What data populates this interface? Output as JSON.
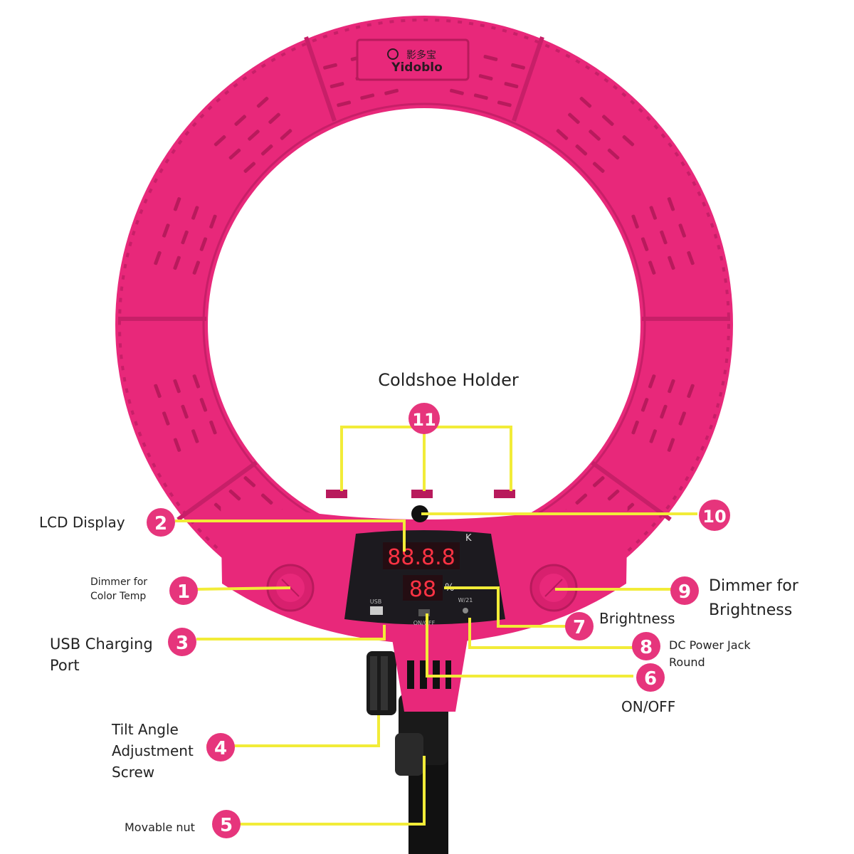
{
  "brand": {
    "chinese": "影多宝",
    "name": "Yidoblo"
  },
  "colors": {
    "ring": "#e8287a",
    "ring_dark": "#b81a5c",
    "callout": "#e6357c",
    "leader": "#f2ec38",
    "panel": "#1c1a1f",
    "lcd": "#ff3344"
  },
  "display": {
    "temp_digits": "88.8.8",
    "temp_unit": "K",
    "bright_digits": "88",
    "bright_unit": "%",
    "usb_label": "USB",
    "dc_label": "W/21",
    "switch_label": "ON/OFF"
  },
  "callouts": [
    {
      "number": "1",
      "label_lines": [
        "Dimmer for",
        "Color Temp"
      ]
    },
    {
      "number": "2",
      "label_lines": [
        "LCD Display"
      ]
    },
    {
      "number": "3",
      "label_lines": [
        "USB Charging",
        "Port"
      ]
    },
    {
      "number": "4",
      "label_lines": [
        "Tilt Angle",
        "Adjustment",
        "Screw"
      ]
    },
    {
      "number": "5",
      "label_lines": [
        "Movable nut"
      ]
    },
    {
      "number": "6",
      "label_lines": [
        "ON/OFF"
      ]
    },
    {
      "number": "7",
      "label_lines": [
        "Brightness"
      ]
    },
    {
      "number": "8",
      "label_lines": [
        "DC Power Jack",
        "Round"
      ]
    },
    {
      "number": "9",
      "label_lines": [
        "Dimmer for",
        "Brightness"
      ]
    },
    {
      "number": "10",
      "label_lines": []
    },
    {
      "number": "11",
      "label_lines": [
        "Coldshoe Holder"
      ]
    }
  ]
}
